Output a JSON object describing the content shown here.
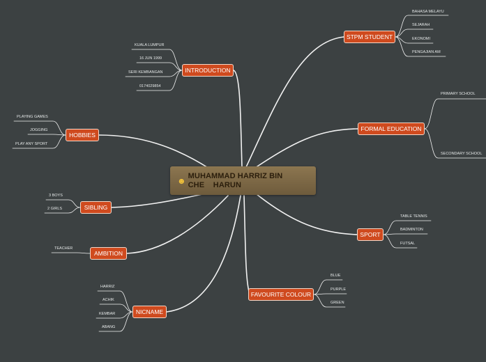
{
  "central": {
    "icon": "smiley-icon",
    "title": "MUHAMMAD HARRIZ BIN\nCHE    HARUN"
  },
  "topics": {
    "stpm_student": {
      "label": "STPM STUDENT",
      "items": [
        "BAHASA MELAYU",
        "SEJARAH",
        "EKONOMI",
        "PENGAJIAN AM"
      ]
    },
    "formal_education": {
      "label": "FORMAL EDUCATION",
      "items": [
        "PRIMARY SCHOOL",
        "SECONDARY SCHOOL"
      ]
    },
    "sport": {
      "label": "SPORT",
      "items": [
        "TABLE TENNIS",
        "BADMINTON",
        "FUTSAL"
      ]
    },
    "favourite_colour": {
      "label": "FAVOURITE COLOUR",
      "items": [
        "BLUE",
        "PURPLE",
        "GREEN"
      ]
    },
    "introduction": {
      "label": "INTRODUCTION",
      "items": [
        "KUALA LUMPUR",
        "16 JUN 1999",
        "SERI KEMBANGAN",
        "0174029854"
      ]
    },
    "hobbies": {
      "label": "HOBBIES",
      "items": [
        "PLAYING GAMES",
        "JOGGING",
        "PLAY ANY SPORT"
      ]
    },
    "sibling": {
      "label": "SIBLING",
      "items": [
        "3 BOYS",
        "2 GIRLS"
      ]
    },
    "ambition": {
      "label": "AMBITION",
      "items": [
        "TEACHER"
      ]
    },
    "nicname": {
      "label": "NICNAME",
      "items": [
        "HARRIZ",
        "ACHIK",
        "KEMBAR",
        "ABANG"
      ]
    }
  },
  "colors": {
    "background": "#3c4142",
    "topic_fill": "#cf4a1e",
    "central_fill": "#7d6946",
    "connector": "#f2f2f2"
  }
}
